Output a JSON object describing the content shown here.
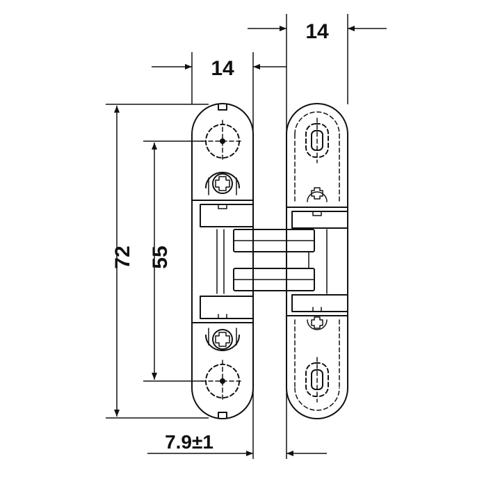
{
  "dimensions": {
    "top_width": "14",
    "mid_width": "14",
    "overall_height": "72",
    "hole_spacing": "55",
    "offset": "7.9±1"
  },
  "colors": {
    "line": "#111111",
    "background": "#ffffff"
  }
}
